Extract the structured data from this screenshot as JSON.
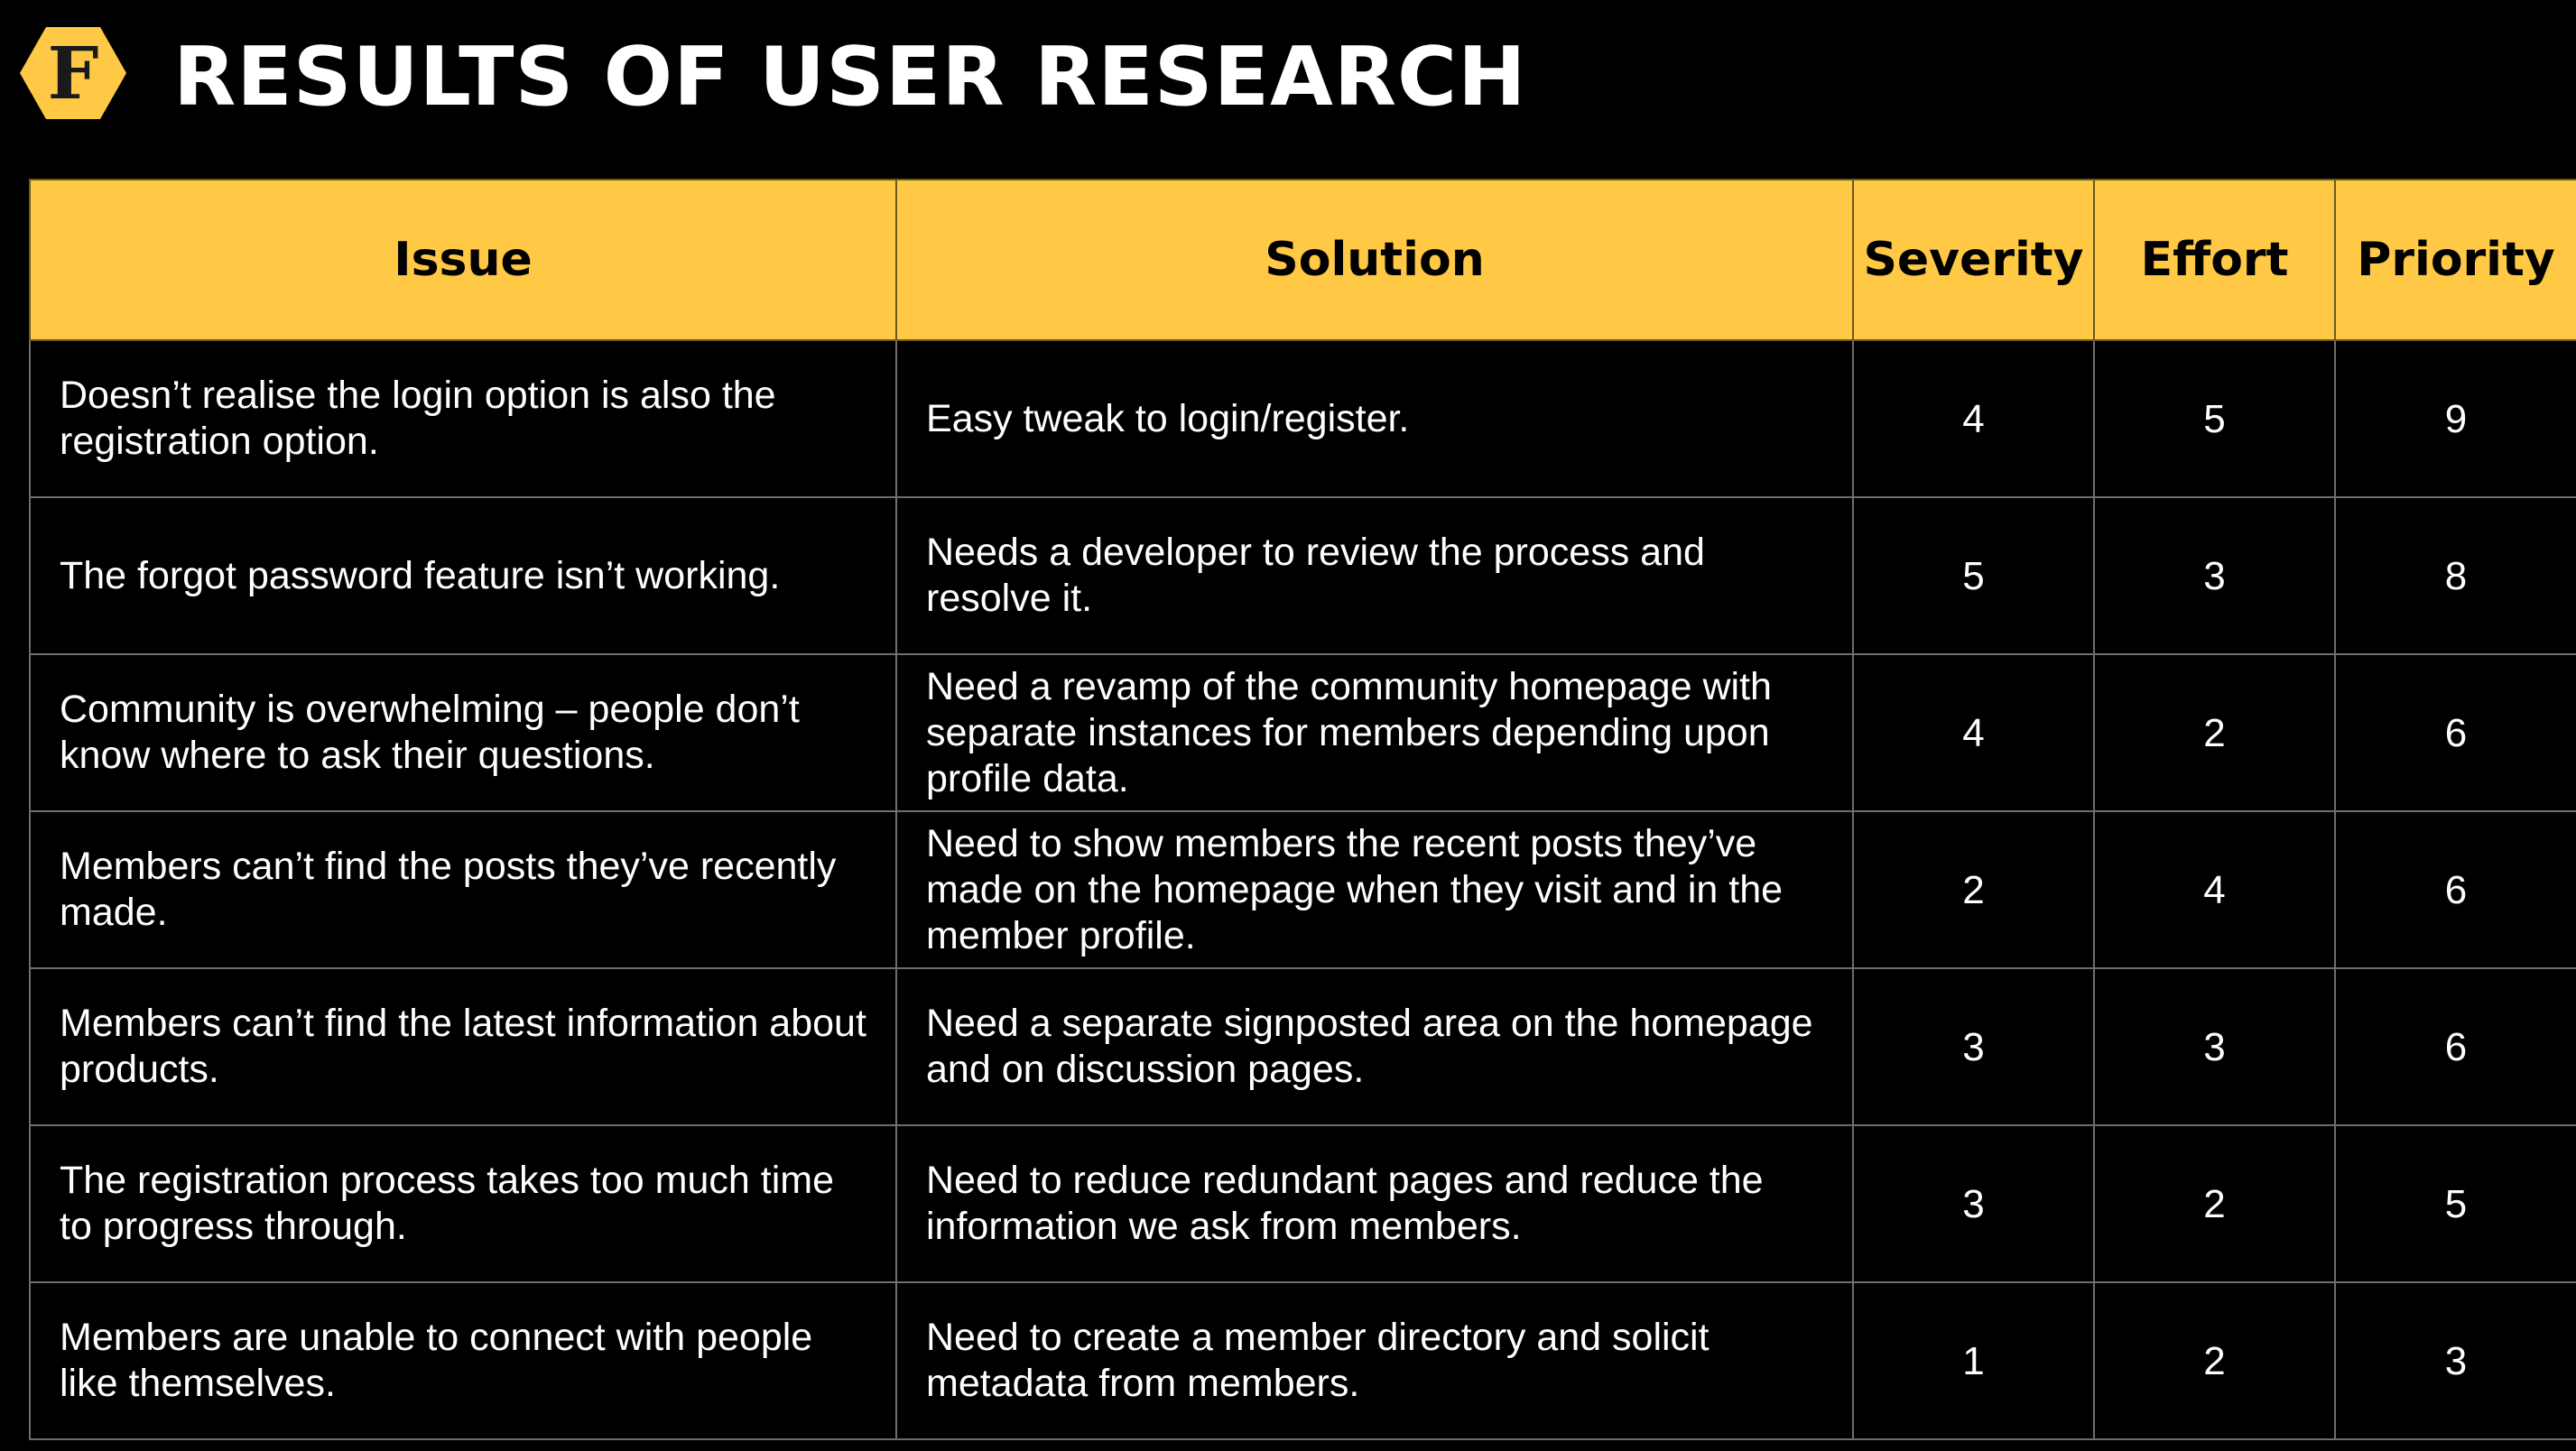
{
  "header": {
    "logo_letter": "F",
    "title": "RESULTS OF USER RESEARCH"
  },
  "colors": {
    "background": "#000000",
    "accent": "#ffc845",
    "text": "#ffffff",
    "grid": "#6e6e6e"
  },
  "table": {
    "headers": {
      "issue": "Issue",
      "solution": "Solution",
      "severity": "Severity",
      "effort": "Effort",
      "priority": "Priority"
    },
    "rows": [
      {
        "issue": "Doesn’t realise the login option is also the registration option.",
        "solution": "Easy tweak to login/register.",
        "severity": "4",
        "effort": "5",
        "priority": "9"
      },
      {
        "issue": "The forgot password feature isn’t working.",
        "solution": "Needs a developer to review the process and resolve it.",
        "severity": "5",
        "effort": "3",
        "priority": "8"
      },
      {
        "issue": "Community is overwhelming – people don’t know where to ask their questions.",
        "solution": "Need a revamp of the community homepage with separate instances for members depending upon profile data.",
        "severity": "4",
        "effort": "2",
        "priority": "6"
      },
      {
        "issue": "Members can’t find the posts they’ve recently made.",
        "solution": "Need to show members the recent posts they’ve made on the homepage when they visit and in the member profile.",
        "severity": "2",
        "effort": "4",
        "priority": "6"
      },
      {
        "issue": "Members can’t find the latest information about products.",
        "solution": "Need a separate signposted area on the homepage and on discussion pages.",
        "severity": "3",
        "effort": "3",
        "priority": "6"
      },
      {
        "issue": "The registration process takes too much time to progress through.",
        "solution": "Need to reduce redundant pages and reduce the information we ask from members.",
        "severity": "3",
        "effort": "2",
        "priority": "5"
      },
      {
        "issue": "Members are unable to connect with people like themselves.",
        "solution": "Need to create a member directory and solicit metadata from members.",
        "severity": "1",
        "effort": "2",
        "priority": "3"
      }
    ]
  }
}
